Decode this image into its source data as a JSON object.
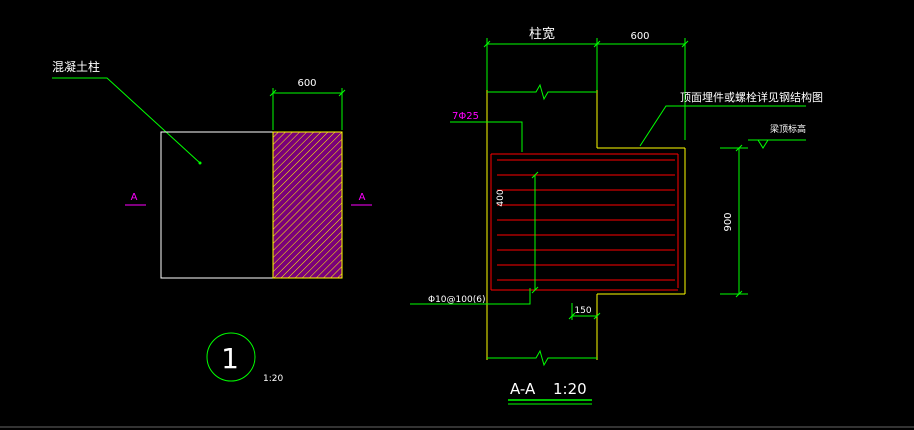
{
  "left_view": {
    "leader_label": "混凝土柱",
    "dim_top": "600",
    "section_mark_left": "A",
    "section_mark_right": "A",
    "detail_number": "1",
    "detail_scale": "1:20"
  },
  "section_view": {
    "dim_col_width_label": "柱宽",
    "dim_top": "600",
    "note_top": "顶面埋件或螺栓详见钢结构图",
    "rebar_main": "7Φ25",
    "rebar_stirrup": "Φ10@100(6)",
    "dim_inner_height": "400",
    "dim_right_height": "900",
    "elevation_label": "梁顶标高",
    "dim_step": "150",
    "title": "A-A",
    "title_scale": "1:20"
  },
  "colors": {
    "background": "#000000",
    "outline": "#ffffff",
    "dimension": "#00ff00",
    "concrete": "#ffff00",
    "rebar": "#ff0000",
    "magenta": "#ff00ff",
    "hatch_fill": "#7a007a"
  }
}
